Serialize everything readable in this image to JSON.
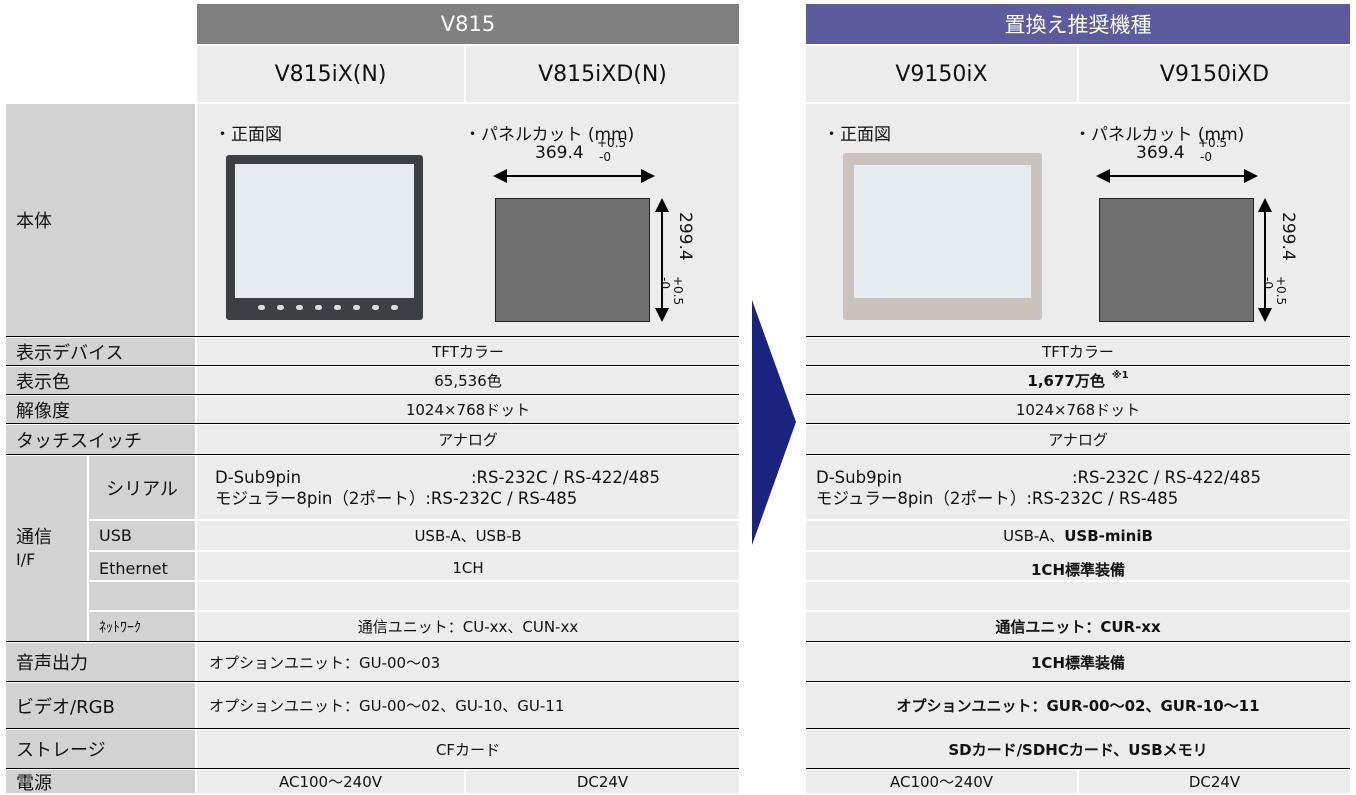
{
  "left": {
    "group_title": "V815",
    "models": [
      "V815iX(N)",
      "V815iXD(N)"
    ],
    "front_label": "・正面図",
    "cut_label": "・パネルカット (mm)",
    "cut_width": "369.4",
    "cut_height": "299.4",
    "tol_plus": "+0.5",
    "tol_minus": "-0",
    "display_device": "TFTカラー",
    "colors": "65,536色",
    "resolution": "1024×768ドット",
    "touch": "アナログ",
    "serial_line1_key": "D-Sub9pin",
    "serial_line1_val": ":RS-232C / RS-422/485",
    "serial_line2_key": "モジュラー8pin（2ポート）",
    "serial_line2_val": ":RS-232C / RS-485",
    "usb": "USB-A、USB-B",
    "ethernet": "1CH",
    "network": "通信ユニット：CU-xx、CUN-xx",
    "audio": "オプションユニット：GU-00～03",
    "video": "オプションユニット：GU-00～02、GU-10、GU-11",
    "storage": "CFカード",
    "power_ac": "AC100～240V",
    "power_dc": "DC24V"
  },
  "labels": {
    "body": "本体",
    "display_device": "表示デバイス",
    "colors": "表示色",
    "resolution": "解像度",
    "touch": "タッチスイッチ",
    "comm_l1": "通信",
    "comm_l2": "I/F",
    "serial": "シリアル",
    "usb": "USB",
    "ethernet": "Ethernet",
    "network": "ﾈｯﾄﾜｰｸ",
    "audio": "音声出力",
    "video": "ビデオ/RGB",
    "storage": "ストレージ",
    "power": "電源"
  },
  "right": {
    "group_title": "置換え推奨機種",
    "models": [
      "V9150iX",
      "V9150iXD"
    ],
    "front_label": "・正面図",
    "cut_label": "・パネルカット (mm)",
    "cut_width": "369.4",
    "cut_height": "299.4",
    "tol_plus": "+0.5",
    "tol_minus": "-0",
    "display_device": "TFTカラー",
    "colors": "1,677万色",
    "colors_note": "※1",
    "resolution": "1024×768ドット",
    "touch": "アナログ",
    "serial_line1_key": "D-Sub9pin",
    "serial_line1_val": ":RS-232C / RS-422/485",
    "serial_line2_key": "モジュラー8pin（2ポート）",
    "serial_line2_val": ":RS-232C / RS-485",
    "usb_a": "USB-A、",
    "usb_b": "USB-miniB",
    "ethernet": "1CH標準装備",
    "network": "通信ユニット：CUR-xx",
    "audio": "1CH標準装備",
    "video": "オプションユニット：GUR-00～02、GUR-10～11",
    "storage": "SDカード/SDHCカード、USBメモリ",
    "power_ac": "AC100～240V",
    "power_dc": "DC24V"
  },
  "colors": {
    "left_header": "#808080",
    "right_header": "#5b5b9d",
    "arrow": "#1a237e",
    "label_bg": "#d2d2d2",
    "cell_bg": "#ececec"
  }
}
